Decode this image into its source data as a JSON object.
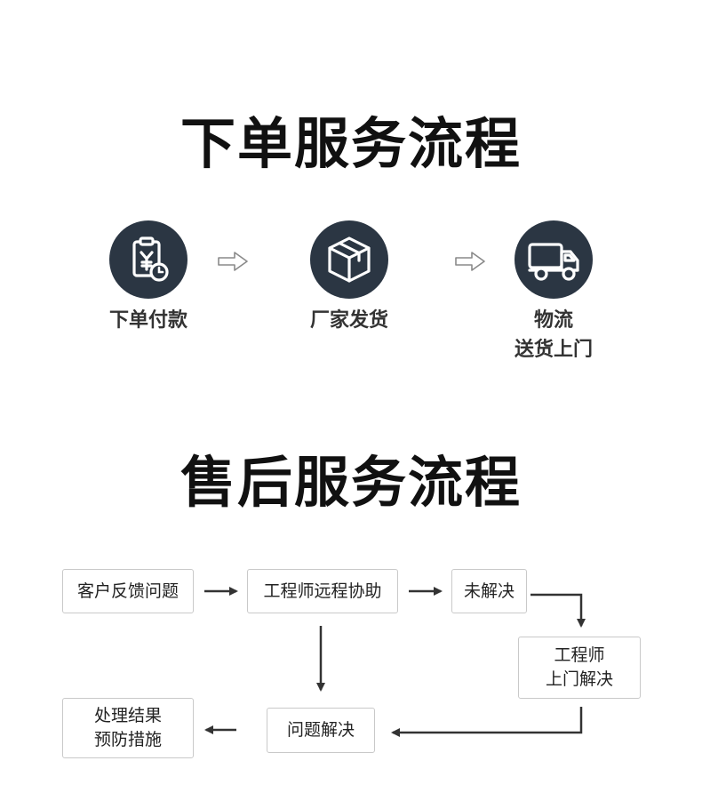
{
  "order_section": {
    "title": "下单服务流程",
    "steps": [
      {
        "icon": "clipboard-payment-icon",
        "label_lines": [
          "下单付款"
        ]
      },
      {
        "icon": "package-box-icon",
        "label_lines": [
          "厂家发货"
        ]
      },
      {
        "icon": "delivery-truck-icon",
        "label_lines": [
          "物流",
          "送货上门"
        ]
      }
    ]
  },
  "aftersale_section": {
    "title": "售后服务流程",
    "boxes": {
      "customer_feedback": [
        "客户反馈问题"
      ],
      "remote_assist": [
        "工程师远程协助"
      ],
      "unresolved": [
        "未解决"
      ],
      "onsite_engineer": [
        "工程师",
        "上门解决"
      ],
      "problem_solved": [
        "问题解决"
      ],
      "handle_result": [
        "处理结果",
        "预防措施"
      ]
    }
  },
  "colors": {
    "circle_bg": "#2b3643",
    "arrow": "#333333",
    "box_border": "#c9c9c9"
  }
}
